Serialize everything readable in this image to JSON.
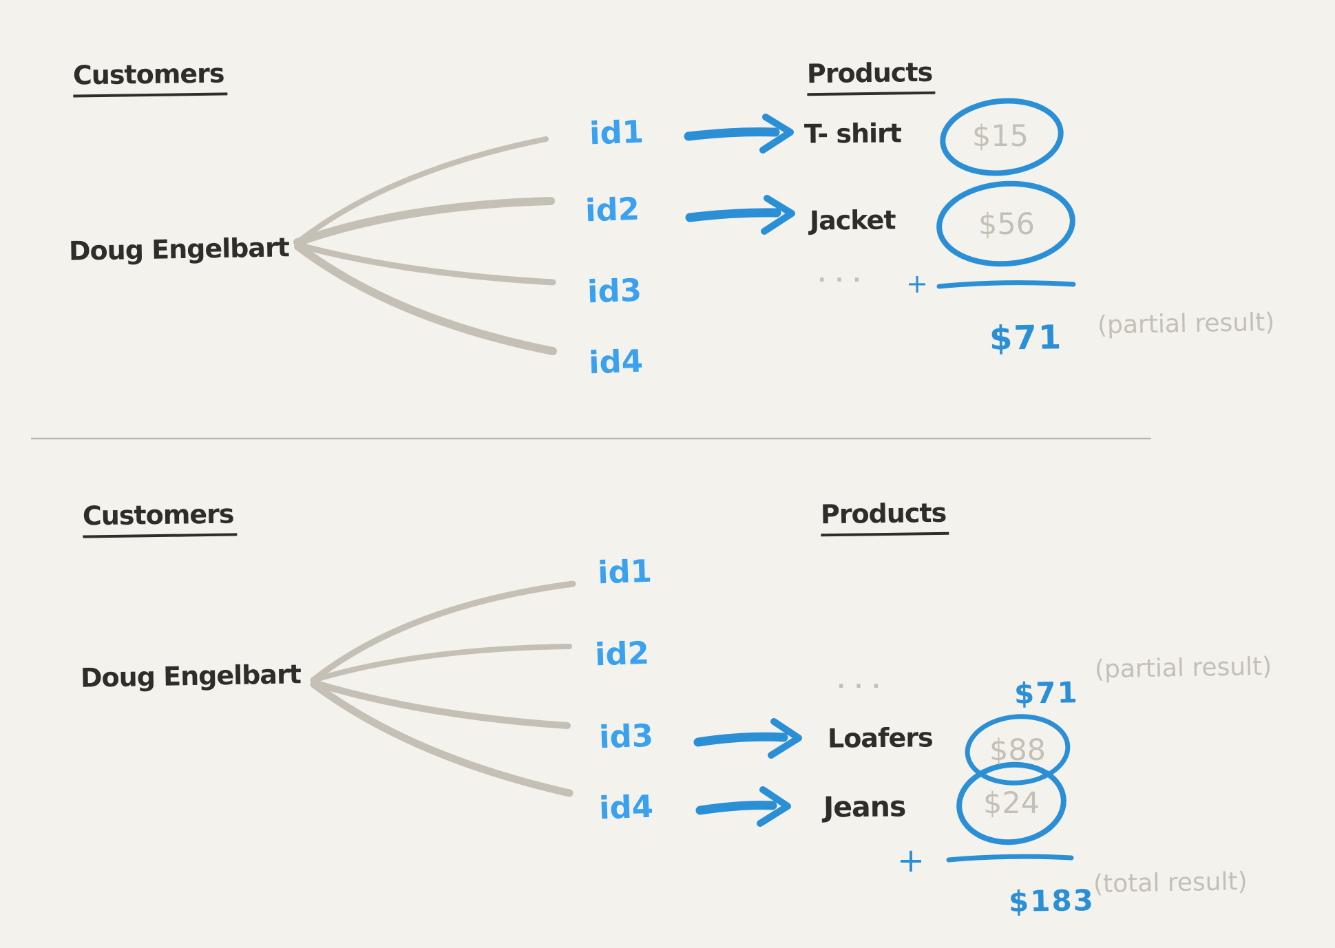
{
  "colors": {
    "background": "#f4f2ed",
    "ink": "#2f2d29",
    "muted_gray": "#c5c0b5",
    "id_blue": "#3aa1ef",
    "accent_blue": "#2b8fd6"
  },
  "top_panel": {
    "customers_heading": "Customers",
    "products_heading": "Products",
    "customer_name": "Doug Engelbart",
    "ids": [
      "id1",
      "id2",
      "id3",
      "id4"
    ],
    "mappings": [
      {
        "product": "T- shirt",
        "price": "$15"
      },
      {
        "product": "Jacket",
        "price": "$56"
      }
    ],
    "ellipsis": "...",
    "plus_sign": "+",
    "sum_value": "$71",
    "sum_note": "(partial result)"
  },
  "bottom_panel": {
    "customers_heading": "Customers",
    "products_heading": "Products",
    "customer_name": "Doug Engelbart",
    "ids": [
      "id1",
      "id2",
      "id3",
      "id4"
    ],
    "carryover": {
      "ellipsis": "...",
      "value": "$71",
      "note": "(partial result)"
    },
    "mappings": [
      {
        "product": "Loafers",
        "price": "$88"
      },
      {
        "product": "Jeans",
        "price": "$24"
      }
    ],
    "plus_sign": "+",
    "sum_value": "$183",
    "sum_note": "(total result)"
  }
}
